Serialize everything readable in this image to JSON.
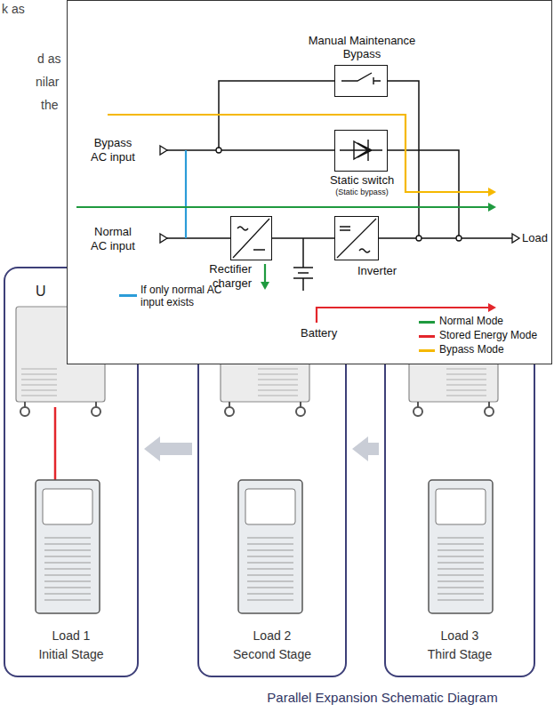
{
  "diagram": {
    "caption": "Parallel Expansion Schematic Diagram",
    "nodes": [
      {
        "text": [
          "Manual Maintenance Bypass"
        ]
      },
      {
        "text": [
          "Static switch",
          "(Static bypass)"
        ]
      },
      {
        "text": [
          "Rectifier charger"
        ]
      },
      {
        "text": [
          "Inverter"
        ]
      },
      {
        "text": [
          "Load 1",
          "Initial Stage"
        ]
      },
      {
        "text": [
          "Load 2",
          "Second Stage"
        ]
      },
      {
        "text": [
          "Load 3",
          "Third Stage"
        ]
      }
    ],
    "edges": [
      {
        "from": 2,
        "to": 3,
        "arrow": "none"
      },
      {
        "from": 6,
        "to": 5,
        "arrow": "to"
      },
      {
        "from": 5,
        "to": 4,
        "arrow": "to"
      }
    ],
    "labels": [
      "k as",
      "d as",
      "nilar",
      "the",
      "U",
      "Bypass AC input",
      "Normal AC input",
      "Load",
      "Battery"
    ],
    "legend": [
      {
        "text": "If only normal AC input exists",
        "color": "#2b9cd8"
      },
      {
        "text": "Normal Mode",
        "color": "#1f9a3f"
      },
      {
        "text": "Stored Energy Mode",
        "color": "#e3262b"
      },
      {
        "text": "Bypass Mode",
        "color": "#f5b800"
      }
    ]
  }
}
